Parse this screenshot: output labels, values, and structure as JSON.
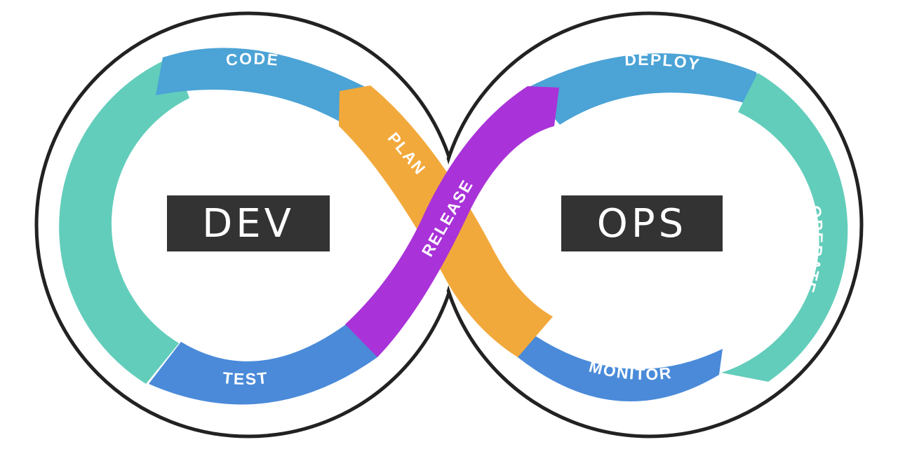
{
  "title_left": "DEV",
  "title_right": "OPS",
  "stages": {
    "plan": "PLAN",
    "code": "CODE",
    "test": "TEST",
    "release": "RELEASE",
    "deploy": "DEPLOY",
    "operate": "OPERATE",
    "monitor": "MONITOR"
  },
  "colors": {
    "plan": "#F2A93B",
    "code": "#4BA3D6",
    "build": "#62CDBB",
    "test": "#4A8AD9",
    "release": "#A933D8",
    "deploy": "#4BA3D6",
    "operate": "#62CDBB",
    "monitor": "#4A8AD9",
    "outline": "#222222",
    "box": "#333333"
  }
}
